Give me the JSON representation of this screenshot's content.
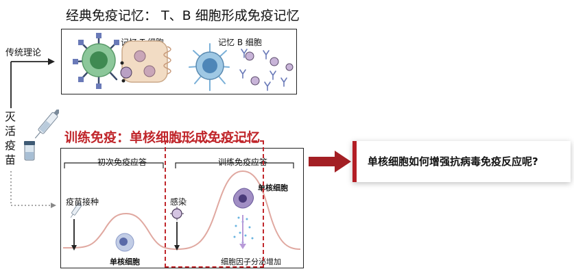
{
  "top_title": "经典免疫记忆： T、B 细胞形成免疫记忆",
  "traditional_label": "传统理论",
  "top_box": {
    "memory_t_label": "记忆 T 细胞",
    "memory_b_label": "记忆 B 细胞"
  },
  "left_label": "灭活疫苗",
  "bottom_title": "训练免疫：单核细胞形成免疫记忆",
  "bottom_box": {
    "primary_label": "初次免疫应答",
    "trained_label": "训练免疫应答",
    "vaccination_label": "疫苗接种",
    "infection_label": "感染",
    "monocyte_label_left": "单核细胞",
    "monocyte_label_right": "单核细胞",
    "cytokine_label": "细胞因子分泌增加"
  },
  "question": "单核细胞如何增强抗病毒免疫反应呢?",
  "colors": {
    "accent_red": "#c0262b",
    "arrow_red": "#a31f24",
    "curve_pink": "#e0a8a0",
    "tcell_green": "#4a9a5a",
    "bcell_blue": "#5a9ac8",
    "monocyte_purple": "#7a6aa8"
  }
}
